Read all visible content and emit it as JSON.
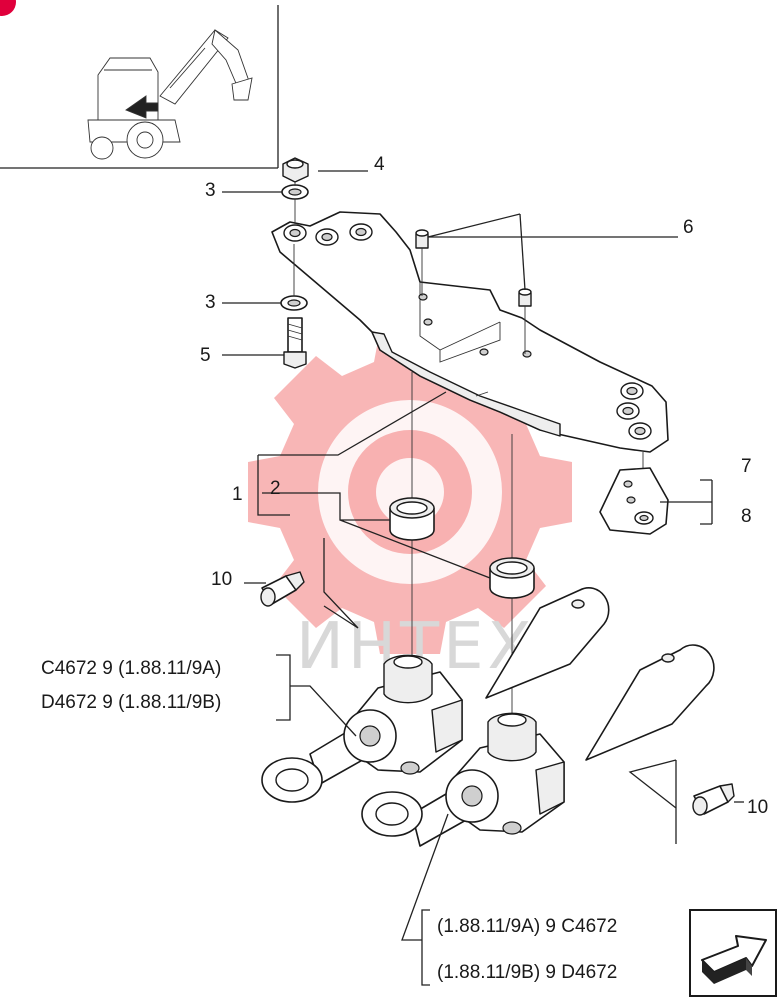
{
  "callouts": {
    "c1": "1",
    "c2": "2",
    "c3a": "3",
    "c3b": "3",
    "c4": "4",
    "c5": "5",
    "c6": "6",
    "c7": "7",
    "c8": "8",
    "c10a": "10",
    "c10b": "10"
  },
  "references": {
    "left": [
      "C4672  9 (1.88.11/9A)",
      "D4672  9 (1.88.11/9B)"
    ],
    "bottom": [
      "(1.88.11/9A) 9  C4672",
      "(1.88.11/9B) 9  D4672"
    ]
  },
  "watermark": "ИНТЕХ",
  "colors": {
    "watermark_red": "#f27a7a",
    "line": "#1a1a1a",
    "badge": "#e0003c"
  },
  "icons": [
    "machine-thumbnail-icon",
    "next-page-arrow-icon",
    "gear-logo-icon"
  ]
}
